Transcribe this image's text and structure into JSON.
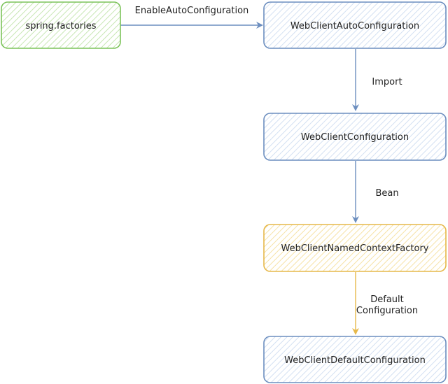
{
  "nodes": {
    "spring_factories": {
      "label": "spring.factories",
      "stroke": "#7cc35a",
      "fill": "#d9efcb"
    },
    "auto_configuration": {
      "label": "WebClientAutoConfiguration",
      "stroke": "#6c8ebf",
      "fill": "#dae8fc"
    },
    "configuration": {
      "label": "WebClientConfiguration",
      "stroke": "#6c8ebf",
      "fill": "#dae8fc"
    },
    "named_context_factory": {
      "label": "WebClientNamedContextFactory",
      "stroke": "#e6b84a",
      "fill": "#fdf0c9"
    },
    "default_configuration": {
      "label": "WebClientDefaultConfiguration",
      "stroke": "#6c8ebf",
      "fill": "#dae8fc"
    }
  },
  "edges": {
    "enable_auto_configuration": {
      "label": "EnableAutoConfiguration",
      "color": "#6c8ebf"
    },
    "import": {
      "label": "Import",
      "color": "#6c8ebf"
    },
    "bean": {
      "label": "Bean",
      "color": "#6c8ebf"
    },
    "default_configuration": {
      "label_line1": "Default",
      "label_line2": "Configuration",
      "color": "#e6b84a"
    }
  }
}
